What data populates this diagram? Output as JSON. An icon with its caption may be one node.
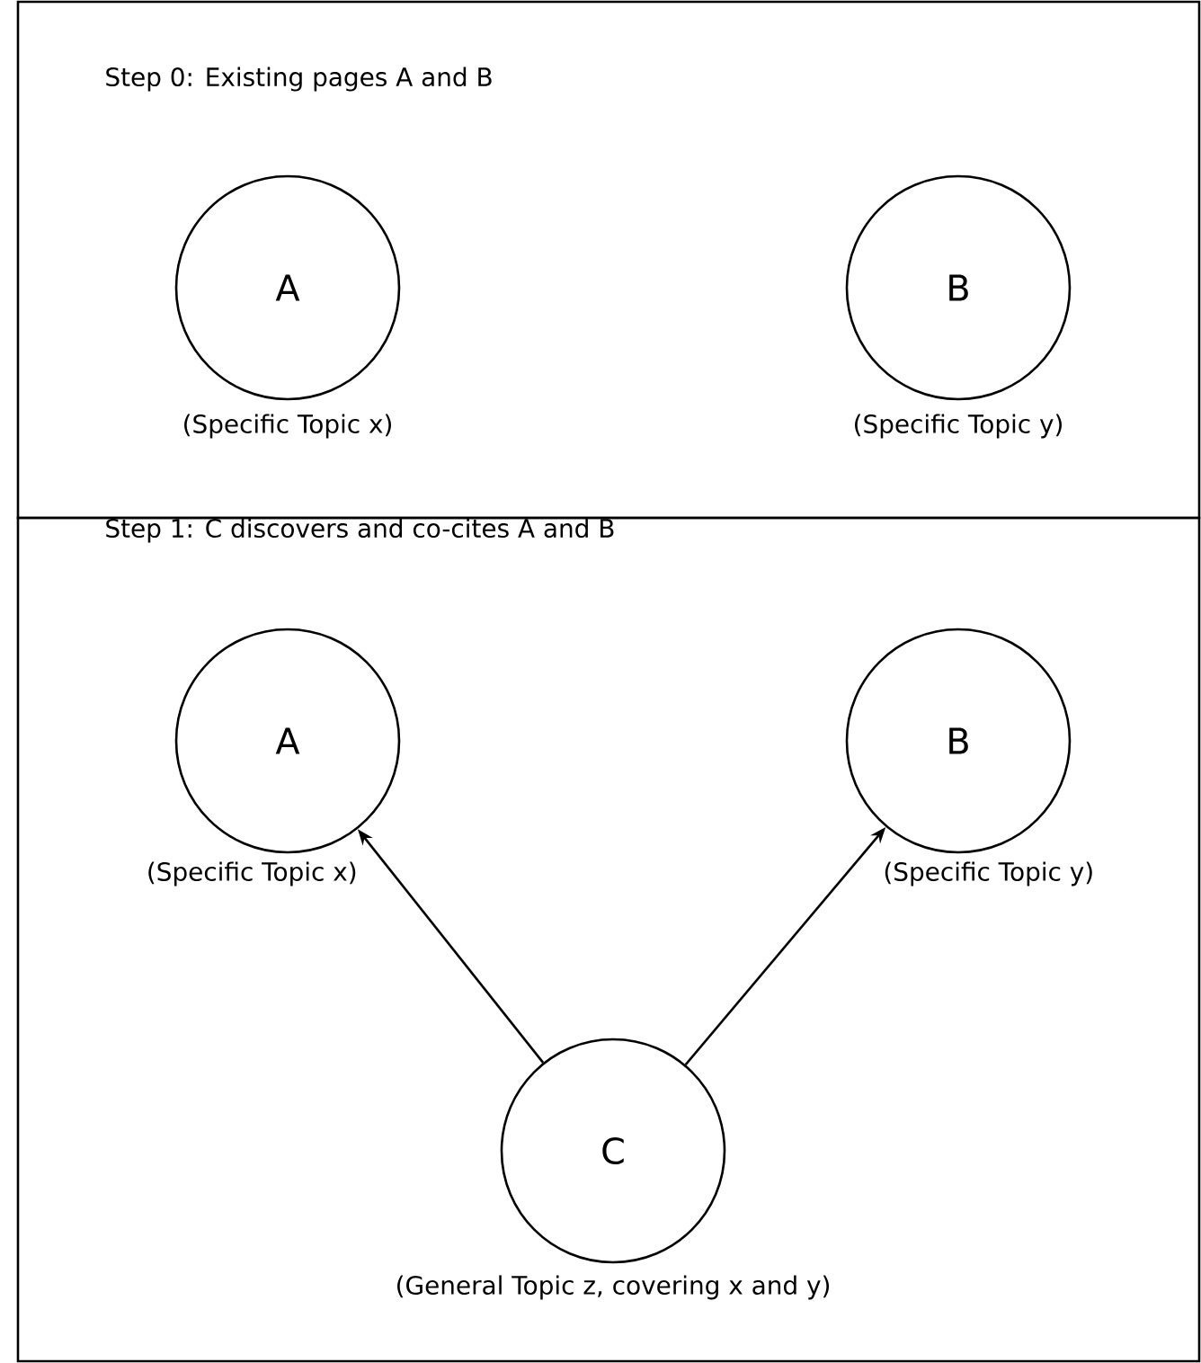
{
  "diagram": {
    "nodes": [
      {
        "text": [
          "Step 0: Existing pages A and B"
        ]
      },
      {
        "text": [
          "A"
        ],
        "in": 0,
        "beside": [
          "(Specific Topic x)"
        ]
      },
      {
        "text": [
          "B"
        ],
        "in": 0,
        "beside": [
          "(Specific Topic y)"
        ]
      },
      {
        "text": [
          "Step 1: C discovers and co-cites A and B"
        ]
      },
      {
        "text": [
          "A"
        ],
        "in": 3,
        "beside": [
          "(Specific Topic x)"
        ]
      },
      {
        "text": [
          "B"
        ],
        "in": 3,
        "beside": [
          "(Specific Topic y)"
        ]
      },
      {
        "text": [
          "C"
        ],
        "in": 3,
        "beside": [
          "(General Topic z, covering x and y)"
        ]
      }
    ],
    "edges": [
      {
        "from": 6,
        "to": 4,
        "arrow": "to"
      },
      {
        "from": 6,
        "to": 5,
        "arrow": "to"
      }
    ]
  }
}
